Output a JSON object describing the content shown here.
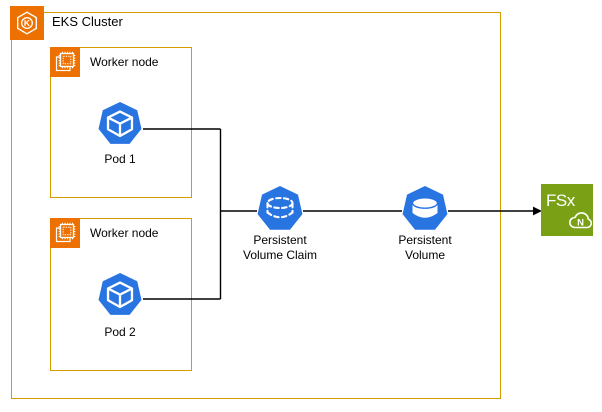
{
  "colors": {
    "group_border": "#D79B00",
    "icon_orange": "#ED7100",
    "kubernetes_blue": "#2875E2",
    "fsx_green": "#7AA116",
    "connector": "#000000",
    "label_text": "#000000"
  },
  "eks_cluster": {
    "label": "EKS Cluster",
    "icon": "eks-hexagon-k-icon",
    "icon_letter": "K"
  },
  "worker_nodes": [
    {
      "label": "Worker node",
      "icon": "cpu-chip-icon",
      "pod_label": "Pod 1",
      "pod_icon": "kubernetes-pod-icon"
    },
    {
      "label": "Worker node",
      "icon": "cpu-chip-icon",
      "pod_label": "Pod 2",
      "pod_icon": "kubernetes-pod-icon"
    }
  ],
  "pvc": {
    "line1": "Persistent",
    "line2": "Volume Claim",
    "icon": "kubernetes-persistent-volume-claim-icon"
  },
  "pv": {
    "line1": "Persistent",
    "line2": "Volume",
    "icon": "kubernetes-persistent-volume-icon"
  },
  "fsx": {
    "label": "FSx",
    "cloud_letter": "N",
    "icon": "fsx-for-netapp-ontap-icon"
  }
}
